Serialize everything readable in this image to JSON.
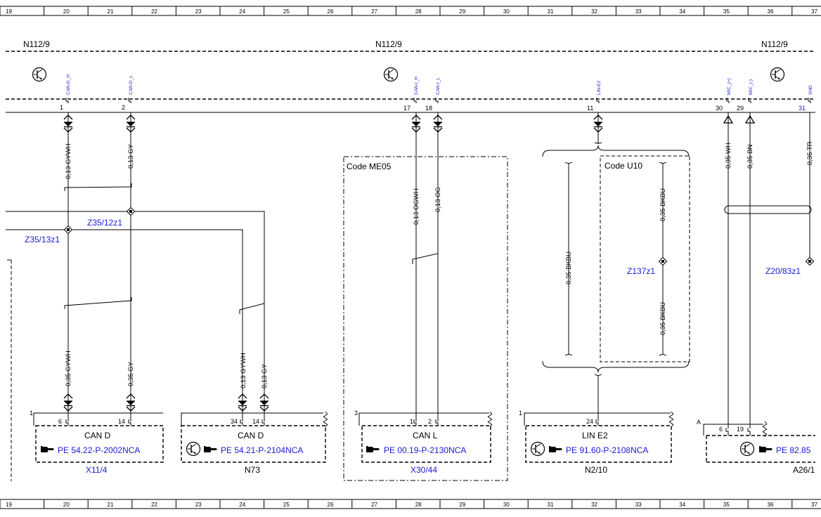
{
  "ruler": {
    "top": [
      "19",
      "20",
      "21",
      "22",
      "23",
      "24",
      "25",
      "26",
      "27",
      "28",
      "29",
      "30",
      "31",
      "32",
      "33",
      "34",
      "35",
      "36",
      "37"
    ],
    "bottom": [
      "19",
      "20",
      "21",
      "22",
      "23",
      "24",
      "25",
      "26",
      "27",
      "28",
      "29",
      "30",
      "31",
      "32",
      "33",
      "34",
      "35",
      "36",
      "37"
    ]
  },
  "module": {
    "name": "N112/9",
    "signals": [
      "CAN-D_H",
      "CAN-D_L",
      "CAN-I_H",
      "CAN-I_L",
      "LIN-E2",
      "MIC_(+)",
      "MIC_(-)",
      "SHD"
    ],
    "pins": [
      "1",
      "2",
      "17",
      "18",
      "11",
      "30",
      "29",
      "31"
    ]
  },
  "wires": {
    "gywh_013": "0,13 GYWH",
    "gy_013": "0,13 GY",
    "gywh_035": "0,35 GYWH",
    "gy_035": "0,35 GY",
    "ogwh_013": "0,13 OGWH",
    "og_013": "0,13 OG",
    "bkbu_035": "0,35 BKBU",
    "wh_035": "0,35 WH",
    "bn_035": "0,35 BN",
    "tr_035": "0,35 TR"
  },
  "splices": {
    "z35_12": "Z35/12z1",
    "z35_13": "Z35/13z1",
    "z137": "Z137z1",
    "z20_83": "Z20/83z1"
  },
  "codes": {
    "me05": "Code ME05",
    "u10": "Code U10"
  },
  "components": {
    "x11_4": {
      "corner": "1",
      "pins": [
        "6",
        "14"
      ],
      "title": "CAN D",
      "ref": "PE 54.22-P-2002NCA",
      "name": "X11/4"
    },
    "n73": {
      "pins": [
        "34",
        "14"
      ],
      "title": "CAN D",
      "ref": "PE 54.21-P-2104NCA",
      "name": "N73"
    },
    "x30_44": {
      "corner": "3",
      "pins": [
        "1",
        "2"
      ],
      "title": "CAN L",
      "ref": "PE 00.19-P-2130NCA",
      "name": "X30/44"
    },
    "n2_10": {
      "corner": "1",
      "pins": [
        "24"
      ],
      "title": "LIN E2",
      "ref": "PE 91.60-P-2108NCA",
      "name": "N2/10"
    },
    "a26": {
      "corner": "A",
      "pins": [
        "6",
        "19"
      ],
      "ref": "PE 82.85",
      "name": "A26/1"
    }
  },
  "colors": {
    "wire": "#000000",
    "label_blue": "#1a1ad6",
    "background": "#ffffff"
  }
}
